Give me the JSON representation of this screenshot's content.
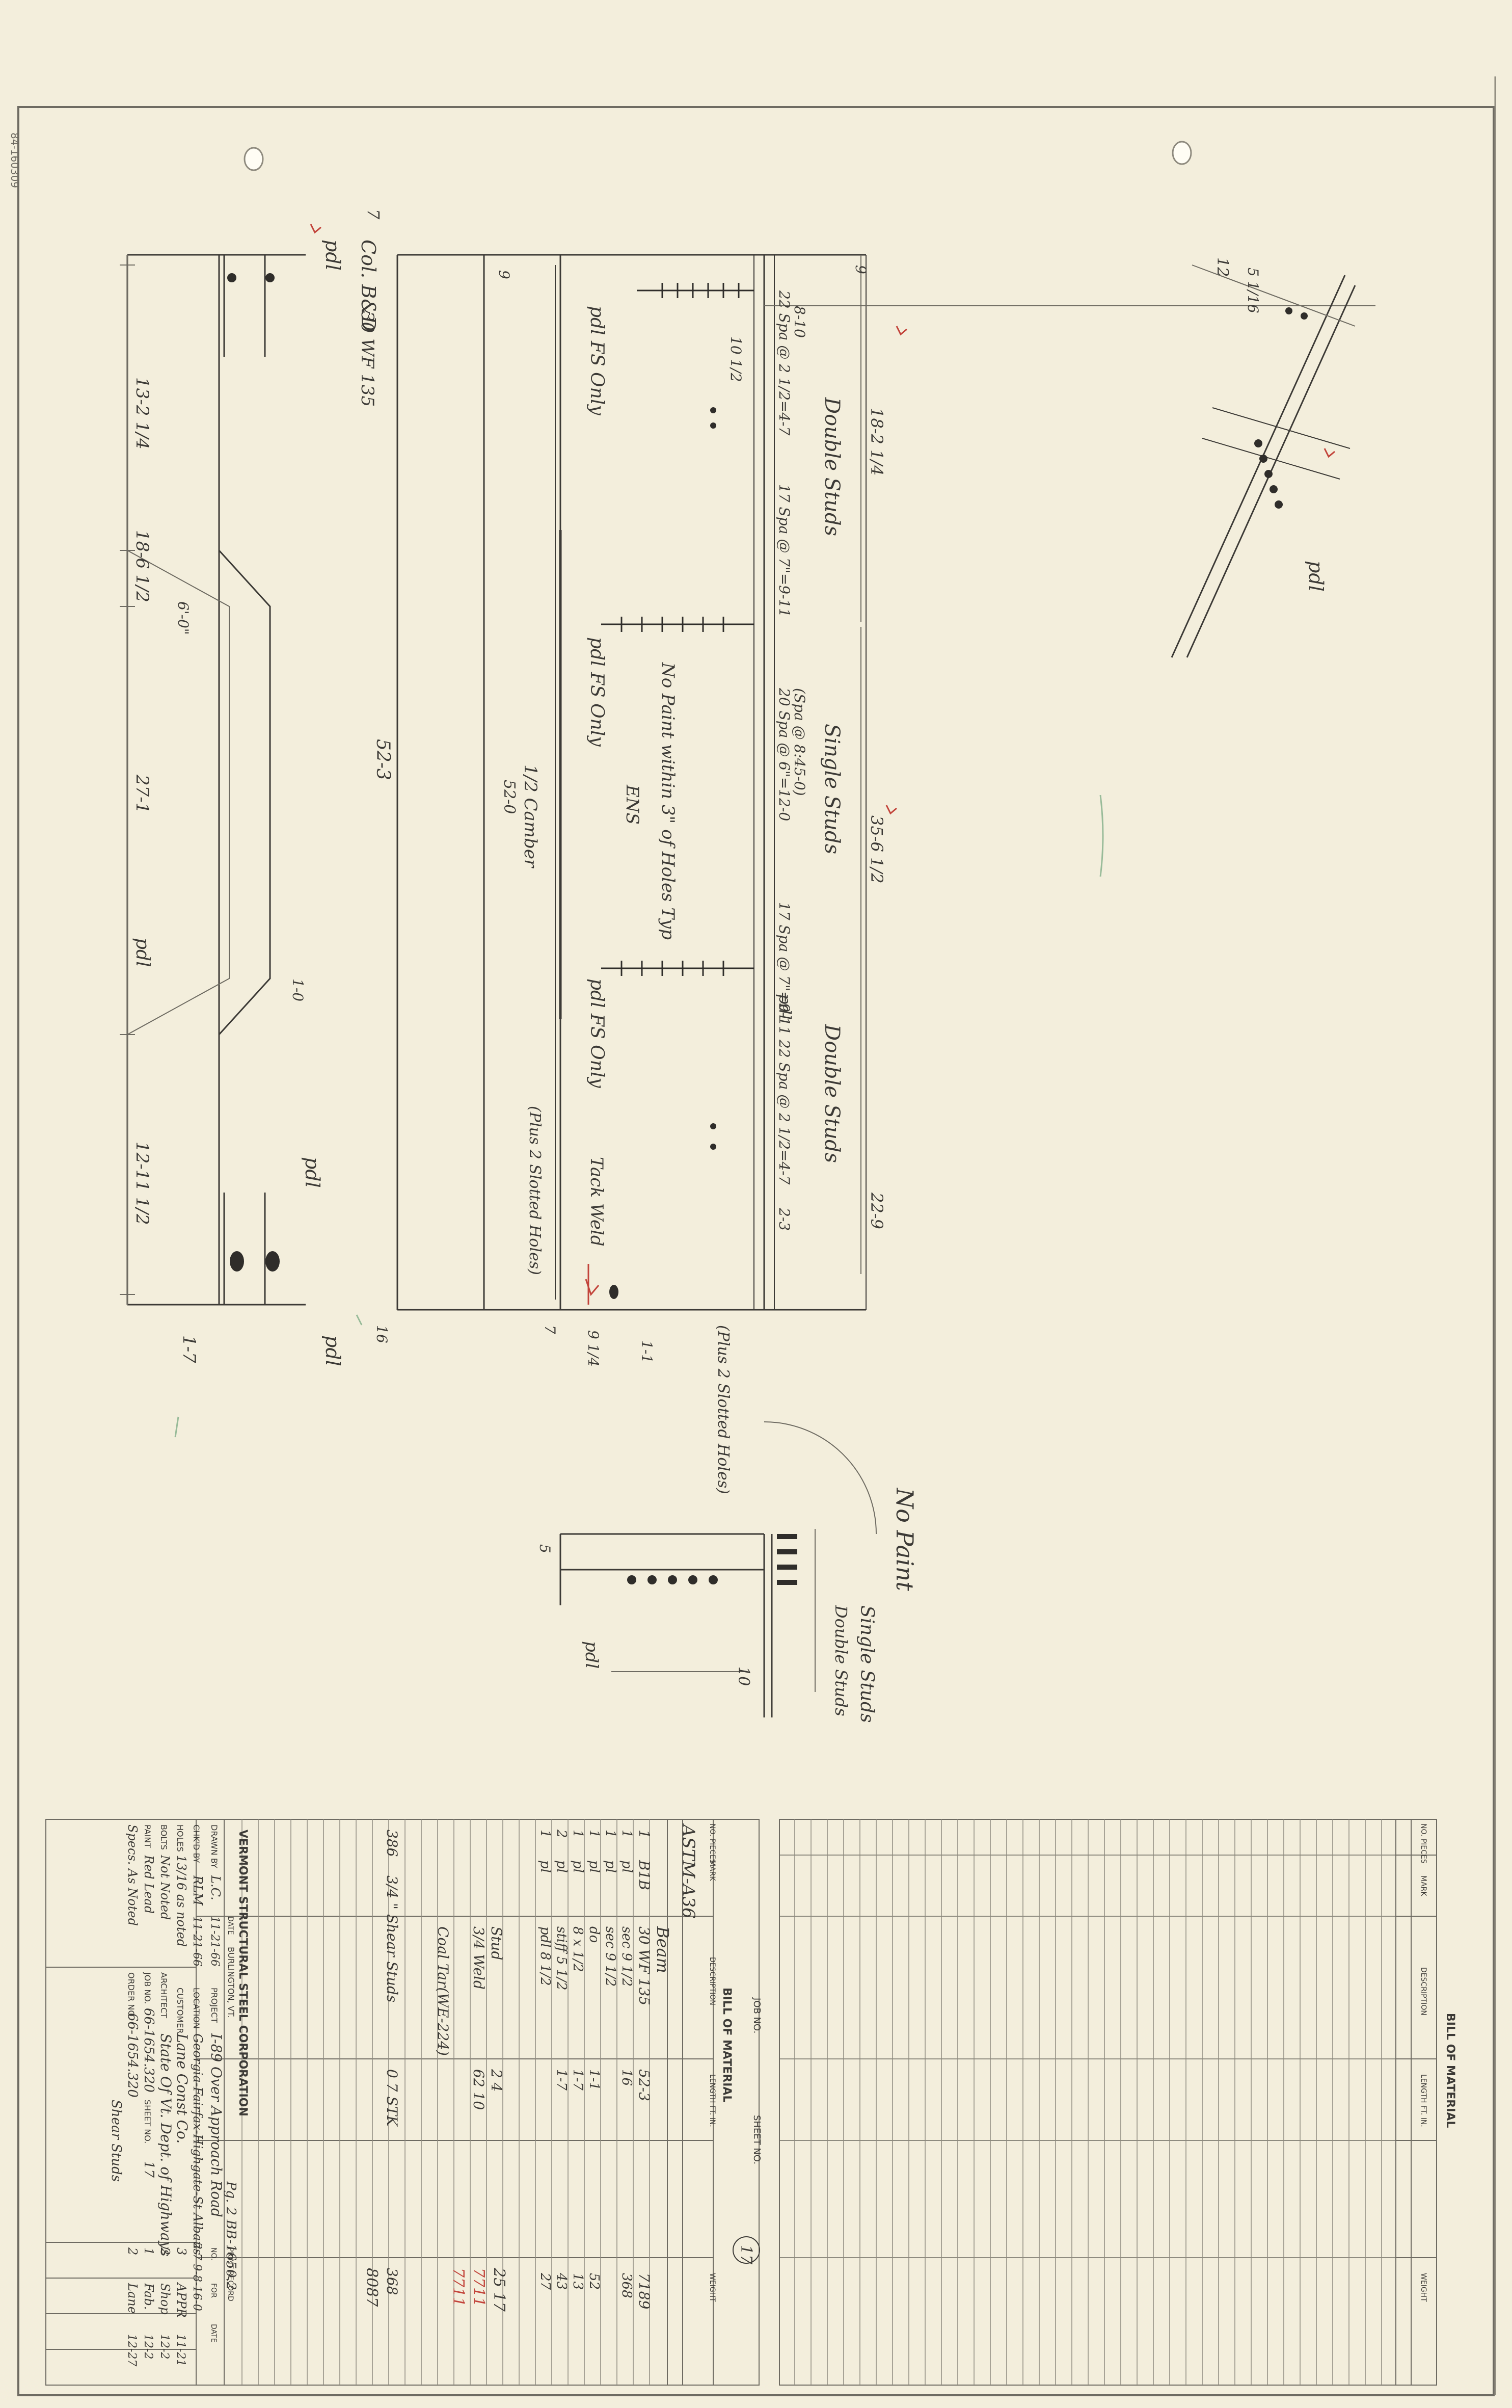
{
  "colors": {
    "paper": "#f3eedc",
    "ink": "#3c3a36",
    "pencil": "#6e6b62",
    "red": "#c2433a",
    "green": "#5c9a6c"
  },
  "drawing": {
    "edge_code": "84-160309",
    "col_label": "Col. B&D",
    "col_mark": "7",
    "beam_size": "30 WF 135",
    "beam_length": "52-3",
    "beam_end_dim": "9",
    "beam_end_dim_right": "16",
    "span_right": "9",
    "top_pdl": "pdl",
    "bot_pdl": "pdl",
    "dims_top": [
      "13-2 1/4",
      "18-6 1/2",
      "27-1",
      "12-11 1/2"
    ],
    "split_width": "1-7",
    "taper_dim": "6'-0\"",
    "taper_dim2": "1-0",
    "pdl_mid": "pdl",
    "stud_labels": {
      "double_left": "Double Studs",
      "single": "Single Studs",
      "double_right": "Double Studs"
    },
    "stud_dims": {
      "top_overall": "18-2 1/4",
      "single_overall": "35-6 1/2",
      "right_overall": "22-9",
      "row1": "22 Spa @ 2 1/2=4-7",
      "row1b": "8-10",
      "row1c": "17 Spa @ 7\"=9-11",
      "row2": "20 Spa @ 6\"=12-0",
      "row2b": "(Spa @ 8:45-0)",
      "row3": "17 Spa @ 7\"=9-11",
      "row3b": "22 Spa @ 2 1/2=4-7",
      "row3c": "2-3"
    },
    "notes": {
      "pdl_fs_only": "pdl FS Only",
      "pdl_fs_only_2": "pdl FS Only",
      "pdl_fs_only_3": "pdl FS Only",
      "no_paint_within": "No Paint within 3\" of Holes Typ",
      "ens": "ENS",
      "camber": "1/2 Camber",
      "camber_val": "52-0",
      "slotted_holes": "(Plus 2 Slotted Holes)",
      "slotted_holes_2": "(Plus 2 Slotted Holes)",
      "tack_weld": "Tack Weld",
      "dim_7": "7",
      "dim_9": "9 1/4",
      "dim_1_1": "1-1",
      "dim_10_1_2": "10 1/2",
      "pdl_side": "pdl",
      "pdl_ls": "pdl"
    },
    "section": {
      "no_paint": "No Paint",
      "single_studs": "Single Studs",
      "double_studs": "Double Studs",
      "pdl": "pdl",
      "dim_10": "10",
      "dim_5": "5"
    },
    "skew_detail": {
      "pdl": "pdl",
      "angle_12": "12",
      "angle_5": "5 1/16"
    }
  },
  "bom_left": {
    "company": "VERMONT STRUCTURAL STEEL CORPORATION",
    "city": "BURLINGTON, VT.",
    "title": "BILL OF MATERIAL",
    "job_no_label": "JOB NO.",
    "sheet_no_label": "SHEET NO.",
    "sheet_no": "17",
    "headers": [
      "NO. PIECES",
      "MARK",
      "DESCRIPTION",
      "LENGTH FT. IN.",
      "WEIGHT"
    ],
    "spec": "ASTM-A36",
    "rows": [
      {
        "pieces": "",
        "mark": "",
        "desc": "Beam",
        "length": "",
        "weight": ""
      },
      {
        "pieces": "1",
        "mark": "B1B",
        "desc": "30 WF 135",
        "length": "52-3",
        "weight": "7189"
      },
      {
        "pieces": "1",
        "mark": "pl",
        "desc": "sec 9 1/2",
        "length": "16",
        "weight": "368"
      },
      {
        "pieces": "1",
        "mark": "pl",
        "desc": "sec 9 1/2",
        "length": "",
        "weight": ""
      },
      {
        "pieces": "1",
        "mark": "pl",
        "desc": "do",
        "length": "1-1",
        "weight": "52"
      },
      {
        "pieces": "1",
        "mark": "pl",
        "desc": "8 x 1/2",
        "length": "1-7",
        "weight": "13"
      },
      {
        "pieces": "2",
        "mark": "pl",
        "desc": "stiff 5 1/2",
        "length": "1-7",
        "weight": "43"
      },
      {
        "pieces": "1",
        "mark": "pl",
        "desc": "pdl 8 1/2",
        "length": "",
        "weight": "27"
      }
    ],
    "lower_rows": [
      {
        "pieces": "",
        "mark": "",
        "desc": "Stud",
        "length": "2 4",
        "weight": ""
      },
      {
        "pieces": "",
        "mark": "",
        "desc": "3/4 Weld",
        "length": "62 10",
        "weight": ""
      },
      {
        "pieces": "",
        "mark": "",
        "desc": "Coal Tar(WE-224)",
        "length": "",
        "weight": ""
      },
      {
        "pieces": "386",
        "mark": "",
        "desc": "3/4 \" Shear Studs",
        "length": "0 7  STK",
        "weight": "368"
      }
    ],
    "total_1": "25 17",
    "total_2": "7711",
    "total_3": "8087",
    "total_4": "7711",
    "footer": {
      "project_label": "PROJECT",
      "project": "I-89 Over Approach Road",
      "location_label": "LOCATION",
      "location": "Georgia-Fairfax-Highgate-St Albans",
      "customer_label": "CUSTOMER",
      "customer": "Lane Const Co.",
      "architect_label": "ARCHITECT",
      "architect": "State Of Vt. Dept. of Highways",
      "job_no_label": "JOB NO.",
      "job_no": "66-1654.320",
      "sheet_no_label": "SHEET NO.",
      "sheet_no": "17",
      "order_label": "ORDER NO.",
      "order_no": "66-1654.320",
      "holes_label": "HOLES",
      "holes": "13/16 as noted",
      "bolts_label": "BOLTS",
      "bolts": "Not Noted",
      "paint_label": "PAINT",
      "paint": "Red Lead",
      "note": "Specs. As Noted",
      "note2": "Shear Studs",
      "drawn_label": "DRAWN BY",
      "drawn": "L.C.",
      "drawn_date": "11-21-66",
      "checked_label": "CHK'D BY",
      "checked": "RLM",
      "checked_date": "11-21-66",
      "date_label": "DATE",
      "print_record": "PRINT RECORD",
      "no_label": "NO.",
      "for_label": "FOR",
      "job_ref": "2-7  9-8-16-0",
      "print_rows": [
        {
          "no": "3",
          "for": "APPR",
          "date": "11-21"
        },
        {
          "no": "2",
          "for": "Shop",
          "date": "12-2"
        },
        {
          "no": "1",
          "for": "Fab.",
          "date": "12-2"
        },
        {
          "no": "2",
          "for": "Lane",
          "date": "12-27"
        }
      ],
      "head_note": "Pg. 2 BB-1650.2"
    }
  },
  "bom_right": {
    "title": "BILL OF MATERIAL",
    "headers": [
      "NO. PIECES",
      "MARK",
      "DESCRIPTION",
      "LENGTH FT. IN.",
      "WEIGHT"
    ]
  }
}
